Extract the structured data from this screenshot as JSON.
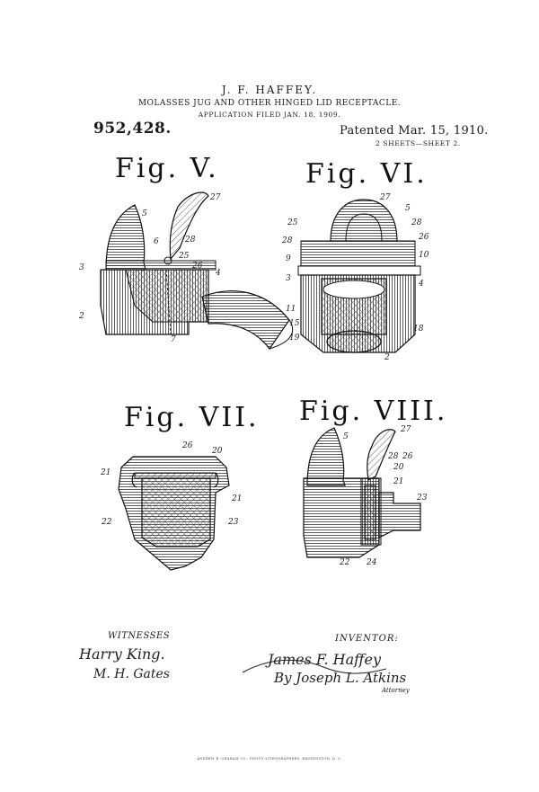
{
  "header": {
    "inventor": "J. F. HAFFEY.",
    "title": "MOLASSES JUG AND OTHER HINGED LID RECEPTACLE.",
    "application": "APPLICATION FILED JAN. 18, 1909.",
    "patent_number": "952,428.",
    "patented": "Patented Mar. 15, 1910.",
    "sheets": "2 SHEETS—SHEET 2."
  },
  "figures": {
    "fig5": {
      "label": "Fig. V.",
      "refs": [
        "5",
        "27",
        "6",
        "28",
        "25",
        "26",
        "3",
        "4",
        "2",
        "7"
      ]
    },
    "fig6": {
      "label": "Fig. VI.",
      "refs": [
        "27",
        "5",
        "25",
        "28",
        "28",
        "26",
        "9",
        "10",
        "3",
        "4",
        "11",
        "15",
        "19",
        "18",
        "2"
      ]
    },
    "fig7": {
      "label": "Fig. VII.",
      "refs": [
        "26",
        "20",
        "21",
        "21",
        "22",
        "23"
      ]
    },
    "fig8": {
      "label": "Fig. VIII.",
      "refs": [
        "5",
        "27",
        "28",
        "26",
        "20",
        "21",
        "23",
        "22",
        "24"
      ]
    }
  },
  "signatures": {
    "witnesses_label": "WITNESSES",
    "witness1": "Harry King.",
    "witness2": "M. H. Gates",
    "inventor_label": "INVENTOR:",
    "inventor_sig": "James F. Haffey",
    "by_attorney": "By Joseph L. Atkins",
    "attorney_label": "Attorney"
  },
  "footer": "ANDREW B. GRAHAM CO., PHOTO-LITHOGRAPHERS, WASHINGTON, D. C."
}
